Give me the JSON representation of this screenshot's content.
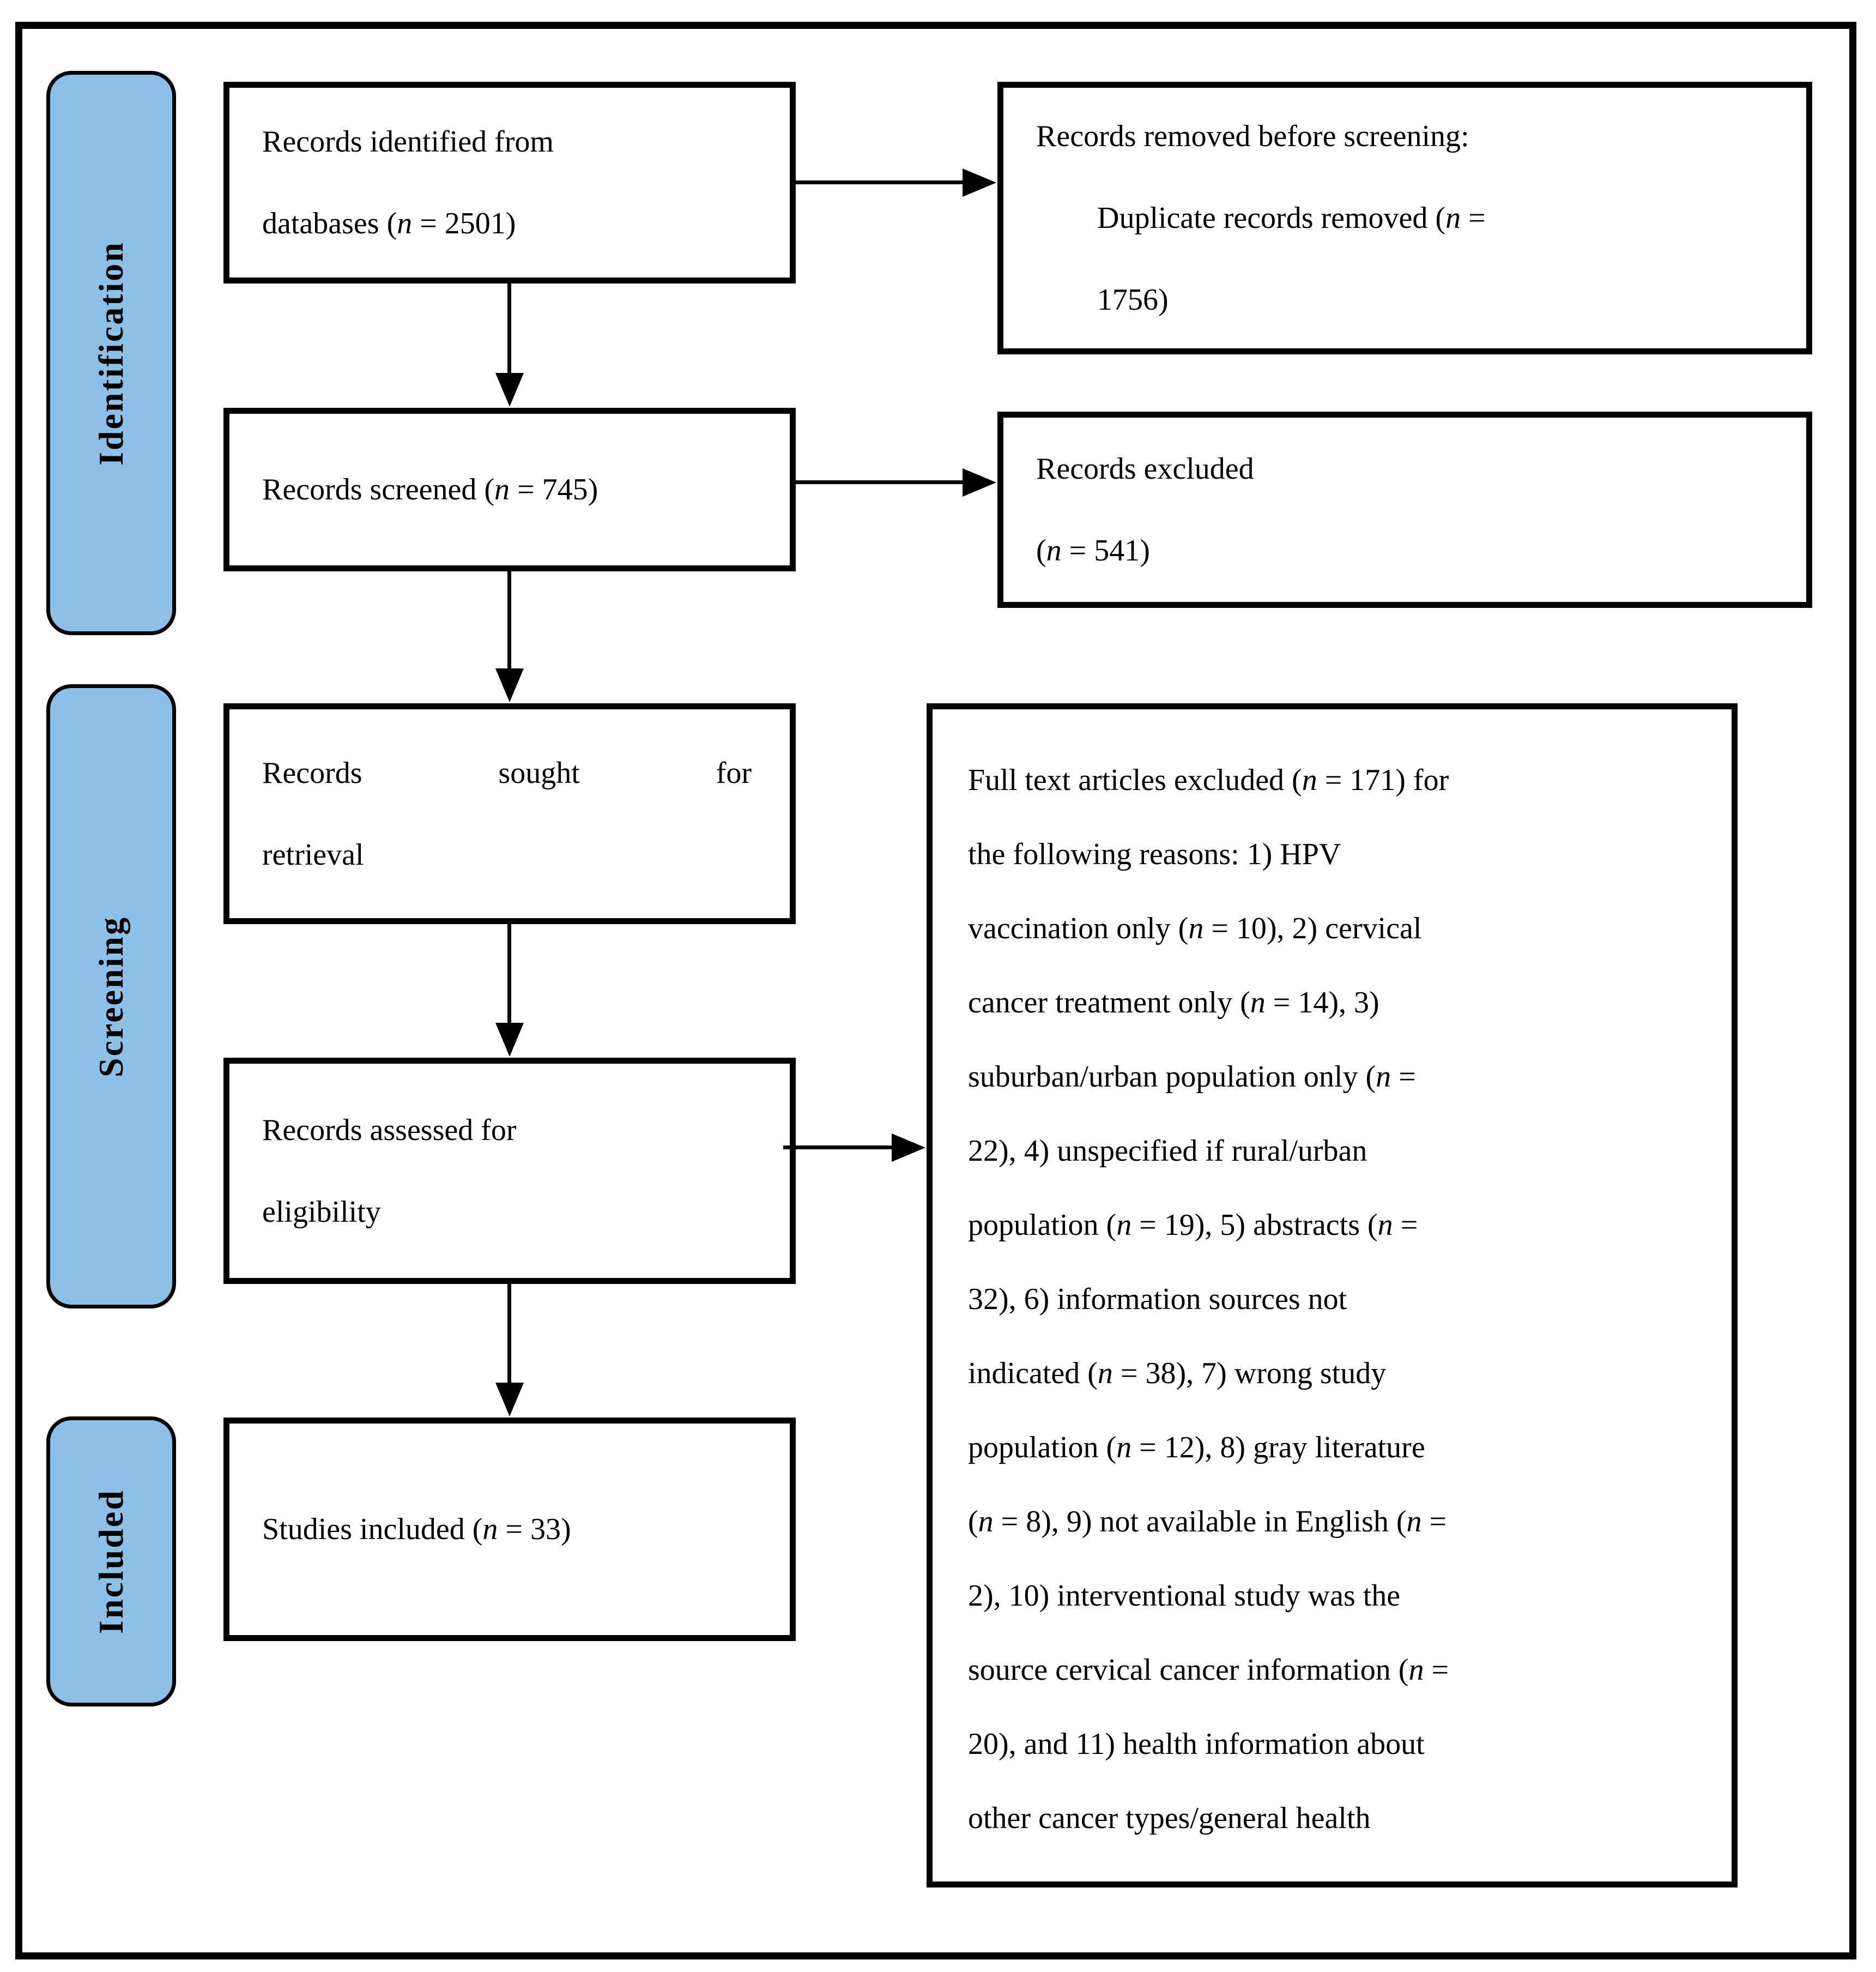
{
  "figure": {
    "type": "prisma-flow-diagram",
    "colors": {
      "stage_fill": "#8CC0E6",
      "line": "#000000",
      "background": "#FFFFFF"
    },
    "stage_labels": {
      "identification": "Identification",
      "screening": "Screening",
      "included": "Included"
    },
    "boxes": {
      "identified": "Records identified from\ndatabases (n = 2501)",
      "removed": "Records removed before screening:\n        Duplicate records removed (n =\n        1756)",
      "screened": "Records screened (n = 745)",
      "excluded": "Records excluded\n(n = 541)",
      "sought": "Records sought for\nretrieval",
      "assessed": "Records assessed for\neligibility",
      "included_studies": "Studies included (n = 33)",
      "fulltext_excluded": "Full text articles excluded (n = 171) for\nthe following reasons: 1) HPV\nvaccination only (n = 10), 2) cervical\ncancer treatment only (n = 14), 3)\nsuburban/urban population only (n =\n22), 4) unspecified if rural/urban\npopulation (n = 19), 5) abstracts (n =\n32), 6) information sources not\nindicated (n = 38), 7) wrong study\npopulation (n = 12), 8) gray literature\n(n = 8), 9) not available in English (n =\n2), 10) interventional study was the\nsource cervical cancer information (n =\n20), and 11) health information about\nother cancer types/general health"
    },
    "counts": {
      "identified": 2501,
      "duplicates_removed": 1756,
      "screened": 745,
      "excluded": 541,
      "fulltext_excluded": 171,
      "included": 33
    }
  }
}
